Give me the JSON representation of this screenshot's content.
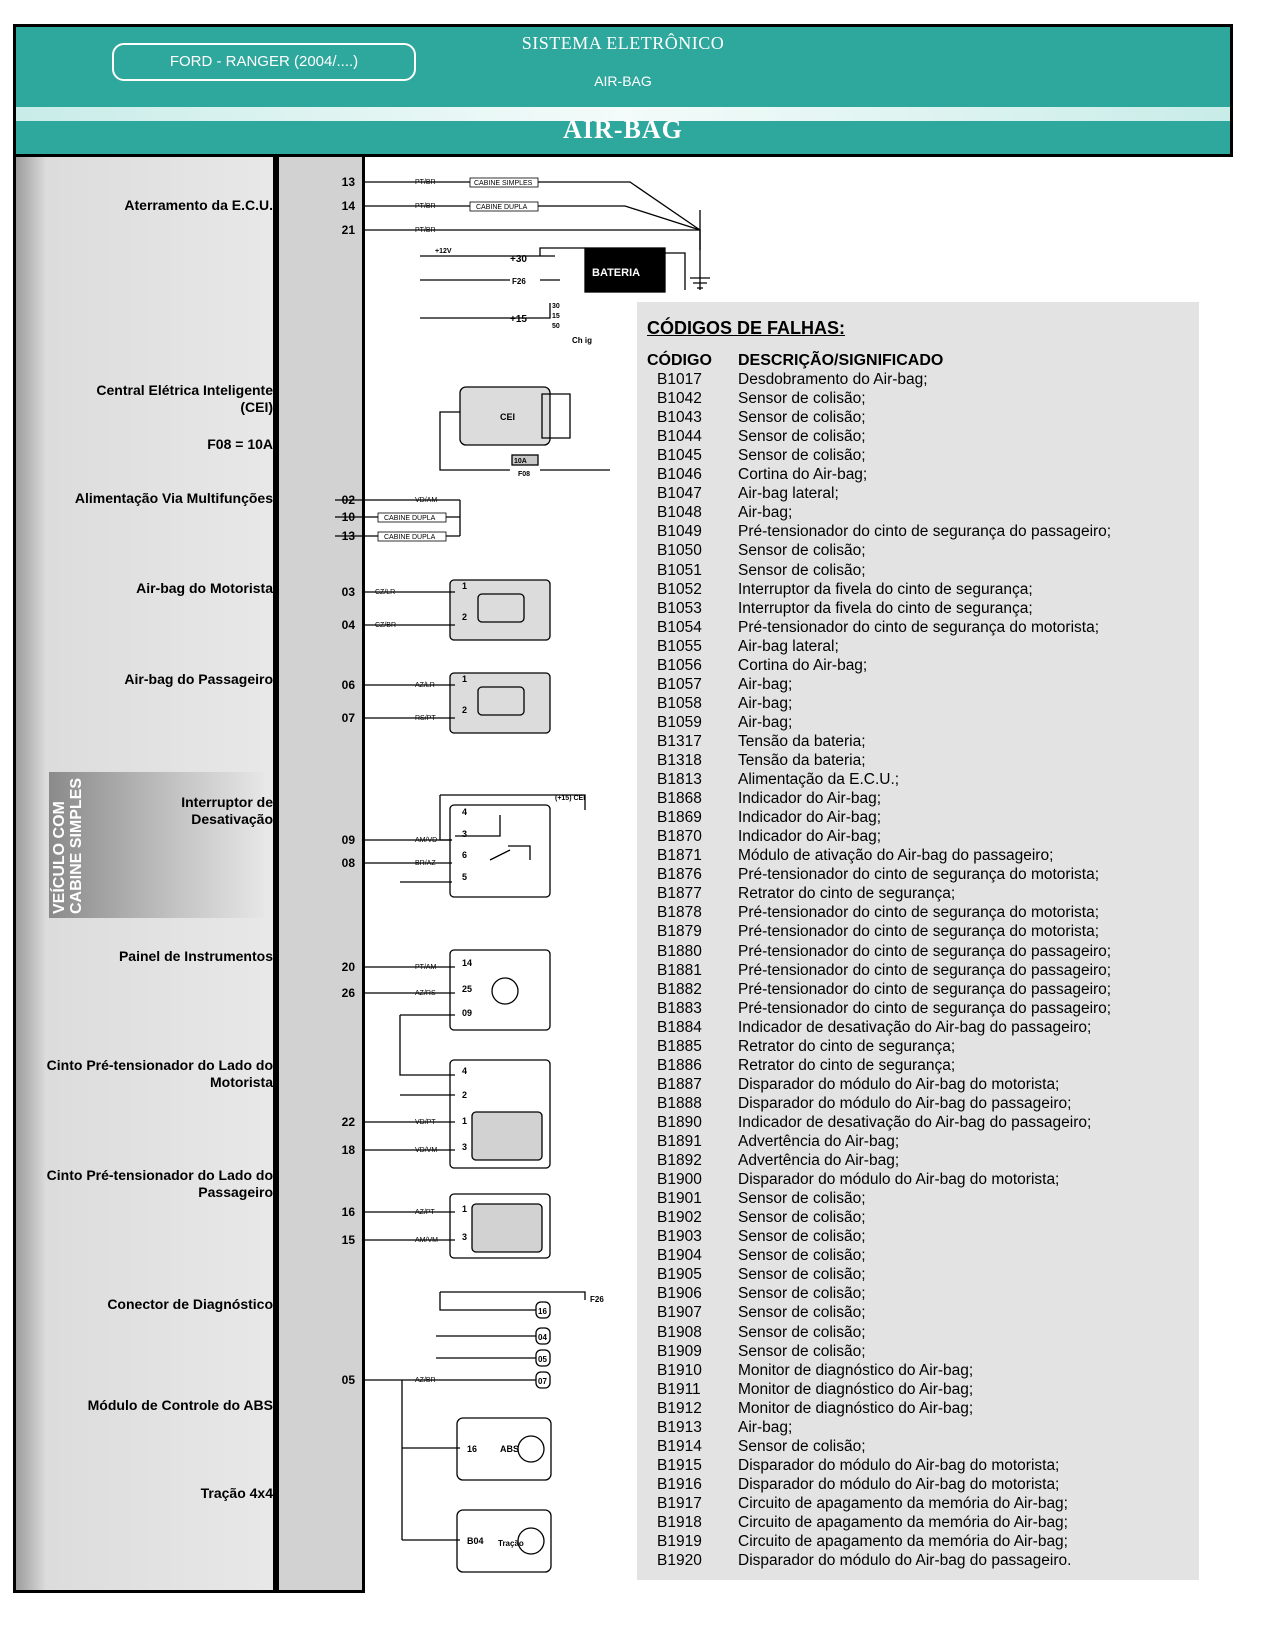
{
  "header": {
    "model": "FORD - RANGER (2004/....)",
    "system_title": "SISTEMA ELETRÔNICO",
    "system_sub": "AIR-BAG",
    "section_title": "AIR-BAG"
  },
  "components": [
    {
      "label": "Aterramento da E.C.U."
    },
    {
      "label": "Central Elétrica Inteligente (CEI)"
    },
    {
      "label": "F08 = 10A"
    },
    {
      "label": "Alimentação Via Multifunções"
    },
    {
      "label": "Air-bag do Motorista"
    },
    {
      "label": "Air-bag do Passageiro"
    },
    {
      "label": "Interruptor de Desativação"
    },
    {
      "label": "Painel de Instrumentos"
    },
    {
      "label": "Cinto Pré-tensionador do Lado do Motorista"
    },
    {
      "label": "Cinto Pré-tensionador do Lado do Passageiro"
    },
    {
      "label": "Conector de Diagnóstico"
    },
    {
      "label": "Módulo de Controle do ABS"
    },
    {
      "label": "Tração 4x4"
    }
  ],
  "vertical_tag": "VEÍCULO COM CABINE SIMPLES",
  "diagram": {
    "pins": [
      "13",
      "14",
      "21",
      "02",
      "10",
      "13",
      "03",
      "04",
      "06",
      "07",
      "09",
      "08",
      "20",
      "26",
      "22",
      "18",
      "16",
      "15",
      "05"
    ],
    "wires": [
      "PT/BR",
      "PT/BR",
      "PT/BR",
      "VD/AM",
      "CZ/LR",
      "CZ/BR",
      "AZ/LR",
      "RS/PT",
      "AM/VD",
      "BR/AZ",
      "PT/AM",
      "AZ/RS",
      "VD/PT",
      "VD/VM",
      "AZ/PT",
      "AM/VM",
      "AZ/BR"
    ],
    "tags": [
      "CABINE SIMPLES",
      "CABINE DUPLA",
      "CABINE DUPLA",
      "CABINE DUPLA"
    ],
    "supply": [
      "+12V",
      "+30",
      "F26",
      "+15",
      "BATERIA",
      "Ch ig",
      "CEI",
      "10A",
      "F08",
      "(+15) CEI",
      "F26",
      "ABS",
      "Tração",
      "B04"
    ],
    "ignition_pins": [
      "30",
      "15",
      "50"
    ],
    "connector_pins": [
      "1",
      "2",
      "1",
      "2",
      "4",
      "3",
      "6",
      "5",
      "14",
      "25",
      "09",
      "4",
      "2",
      "1",
      "3",
      "1",
      "3",
      "16",
      "04",
      "05",
      "07",
      "16"
    ]
  },
  "fault_codes": {
    "title": "CÓDIGOS DE FALHAS:",
    "col_code": "CÓDIGO",
    "col_desc": "DESCRIÇÃO/SIGNIFICADO",
    "rows": [
      [
        "B1017",
        "Desdobramento do Air-bag;"
      ],
      [
        "B1042",
        "Sensor de colisão;"
      ],
      [
        "B1043",
        "Sensor de colisão;"
      ],
      [
        "B1044",
        "Sensor de colisão;"
      ],
      [
        "B1045",
        "Sensor de colisão;"
      ],
      [
        "B1046",
        "Cortina do Air-bag;"
      ],
      [
        "B1047",
        "Air-bag lateral;"
      ],
      [
        "B1048",
        "Air-bag;"
      ],
      [
        "B1049",
        "Pré-tensionador do cinto de segurança do passageiro;"
      ],
      [
        "B1050",
        "Sensor de colisão;"
      ],
      [
        "B1051",
        "Sensor de colisão;"
      ],
      [
        "B1052",
        "Interruptor da fivela do cinto de segurança;"
      ],
      [
        "B1053",
        "Interruptor da fivela do cinto de segurança;"
      ],
      [
        "B1054",
        "Pré-tensionador do cinto de segurança do motorista;"
      ],
      [
        "B1055",
        "Air-bag lateral;"
      ],
      [
        "B1056",
        "Cortina do Air-bag;"
      ],
      [
        "B1057",
        "Air-bag;"
      ],
      [
        "B1058",
        "Air-bag;"
      ],
      [
        "B1059",
        "Air-bag;"
      ],
      [
        "B1317",
        "Tensão da bateria;"
      ],
      [
        "B1318",
        "Tensão da bateria;"
      ],
      [
        "B1813",
        "Alimentação da E.C.U.;"
      ],
      [
        "B1868",
        "Indicador do Air-bag;"
      ],
      [
        "B1869",
        "Indicador do Air-bag;"
      ],
      [
        "B1870",
        "Indicador do Air-bag;"
      ],
      [
        "B1871",
        "Módulo de ativação do Air-bag do passageiro;"
      ],
      [
        "B1876",
        "Pré-tensionador do cinto de segurança do motorista;"
      ],
      [
        "B1877",
        "Retrator do cinto de segurança;"
      ],
      [
        "B1878",
        "Pré-tensionador do cinto de segurança do motorista;"
      ],
      [
        "B1879",
        "Pré-tensionador do cinto de segurança do motorista;"
      ],
      [
        "B1880",
        "Pré-tensionador do cinto de segurança do passageiro;"
      ],
      [
        "B1881",
        "Pré-tensionador do cinto de segurança do passageiro;"
      ],
      [
        "B1882",
        "Pré-tensionador do cinto de segurança do passageiro;"
      ],
      [
        "B1883",
        "Pré-tensionador do cinto de segurança do passageiro;"
      ],
      [
        "B1884",
        "Indicador de desativação do Air-bag do passageiro;"
      ],
      [
        "B1885",
        "Retrator do cinto de segurança;"
      ],
      [
        "B1886",
        "Retrator do cinto de segurança;"
      ],
      [
        "B1887",
        "Disparador do módulo do Air-bag do motorista;"
      ],
      [
        "B1888",
        "Disparador do módulo do Air-bag do passageiro;"
      ],
      [
        "B1890",
        "Indicador de desativação do Air-bag do passageiro;"
      ],
      [
        "B1891",
        "Advertência do Air-bag;"
      ],
      [
        "B1892",
        "Advertência do Air-bag;"
      ],
      [
        "B1900",
        "Disparador do módulo do Air-bag do motorista;"
      ],
      [
        "B1901",
        "Sensor de colisão;"
      ],
      [
        "B1902",
        "Sensor de colisão;"
      ],
      [
        "B1903",
        "Sensor de colisão;"
      ],
      [
        "B1904",
        "Sensor de colisão;"
      ],
      [
        "B1905",
        "Sensor de colisão;"
      ],
      [
        "B1906",
        "Sensor de colisão;"
      ],
      [
        "B1907",
        "Sensor de colisão;"
      ],
      [
        "B1908",
        "Sensor de colisão;"
      ],
      [
        "B1909",
        "Sensor de colisão;"
      ],
      [
        "B1910",
        "Monitor de diagnóstico do Air-bag;"
      ],
      [
        "B1911",
        "Monitor de diagnóstico do Air-bag;"
      ],
      [
        "B1912",
        "Monitor de diagnóstico do Air-bag;"
      ],
      [
        "B1913",
        "Air-bag;"
      ],
      [
        "B1914",
        "Sensor de colisão;"
      ],
      [
        "B1915",
        "Disparador do módulo do Air-bag do motorista;"
      ],
      [
        "B1916",
        "Disparador do módulo do Air-bag do motorista;"
      ],
      [
        "B1917",
        "Circuito de apagamento da memória do Air-bag;"
      ],
      [
        "B1918",
        "Circuito de apagamento da memória do Air-bag;"
      ],
      [
        "B1919",
        "Circuito de apagamento da memória do Air-bag;"
      ],
      [
        "B1920",
        "Disparador do módulo do Air-bag do passageiro."
      ]
    ]
  },
  "colors": {
    "header_teal": "#2ea79d",
    "panel_gray": "#e3e3e3"
  }
}
